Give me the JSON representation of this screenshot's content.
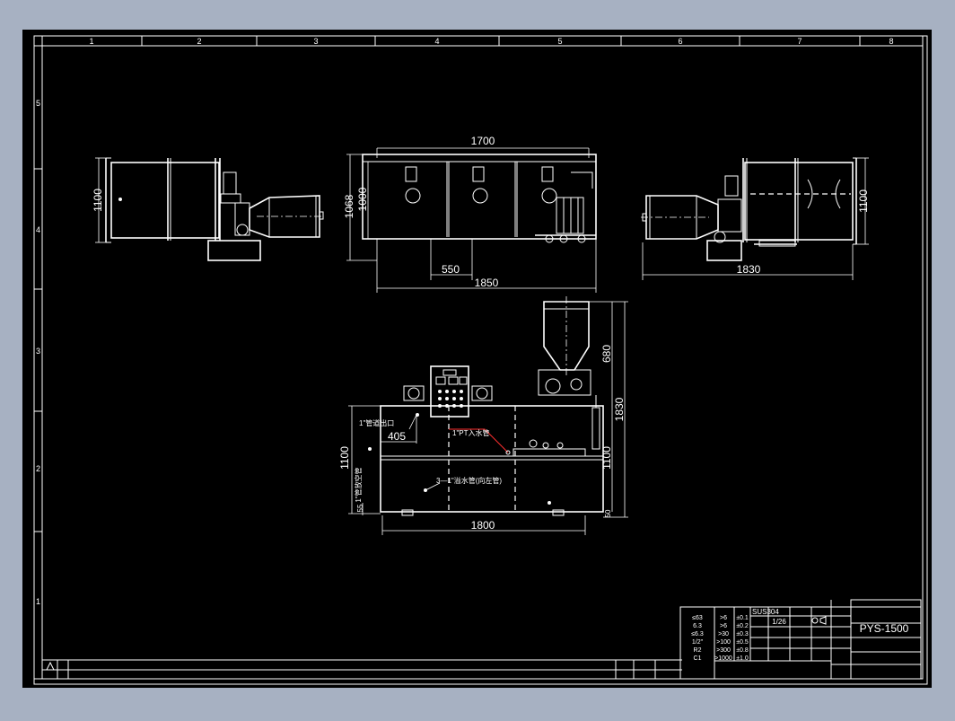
{
  "colors": {
    "background": "#a7b1c2",
    "sheet": "#000000",
    "lines": "#ffffff",
    "accent": "#ff3030"
  },
  "border": {
    "columns": [
      "1",
      "2",
      "3",
      "4",
      "5",
      "6",
      "7",
      "8"
    ],
    "rows": [
      "5",
      "4",
      "3",
      "2",
      "1"
    ]
  },
  "side_view_left": {
    "height_dim": "1100"
  },
  "front_view": {
    "height_outer": "1068",
    "height_inner": "1000",
    "width_top": "1700",
    "width_offset": "550",
    "width_bottom": "1850"
  },
  "side_view_right": {
    "height_dim": "1100",
    "width_dim": "1830"
  },
  "bottom_view": {
    "height_total": "1830",
    "hopper_height": "680",
    "height_right": "1100",
    "height_left": "1100",
    "offset_405": "405",
    "bottom_50": "50",
    "bottom_55": "55",
    "width_dim": "1800",
    "label_inlet": "1\"管道出口",
    "label_water_in": "1\"PT入水管",
    "label_drain": "1\"管放空管",
    "label_overflow": "3—1\"溢水管(向左管)"
  },
  "title_block": {
    "drawing_no": "PYS-1500",
    "material": "SUS304",
    "scale": "1/26",
    "tol_left": [
      "≤63",
      "6.3",
      "≤6.3",
      "1/2\"",
      "R2",
      "C1"
    ],
    "tol_mid": [
      ">6",
      ">6",
      ">30",
      ">100",
      ">300",
      ">1000"
    ],
    "tol_right": [
      "±0.1",
      "±0.2",
      "±0.3",
      "±0.5",
      "±0.8",
      "±1.0"
    ]
  }
}
